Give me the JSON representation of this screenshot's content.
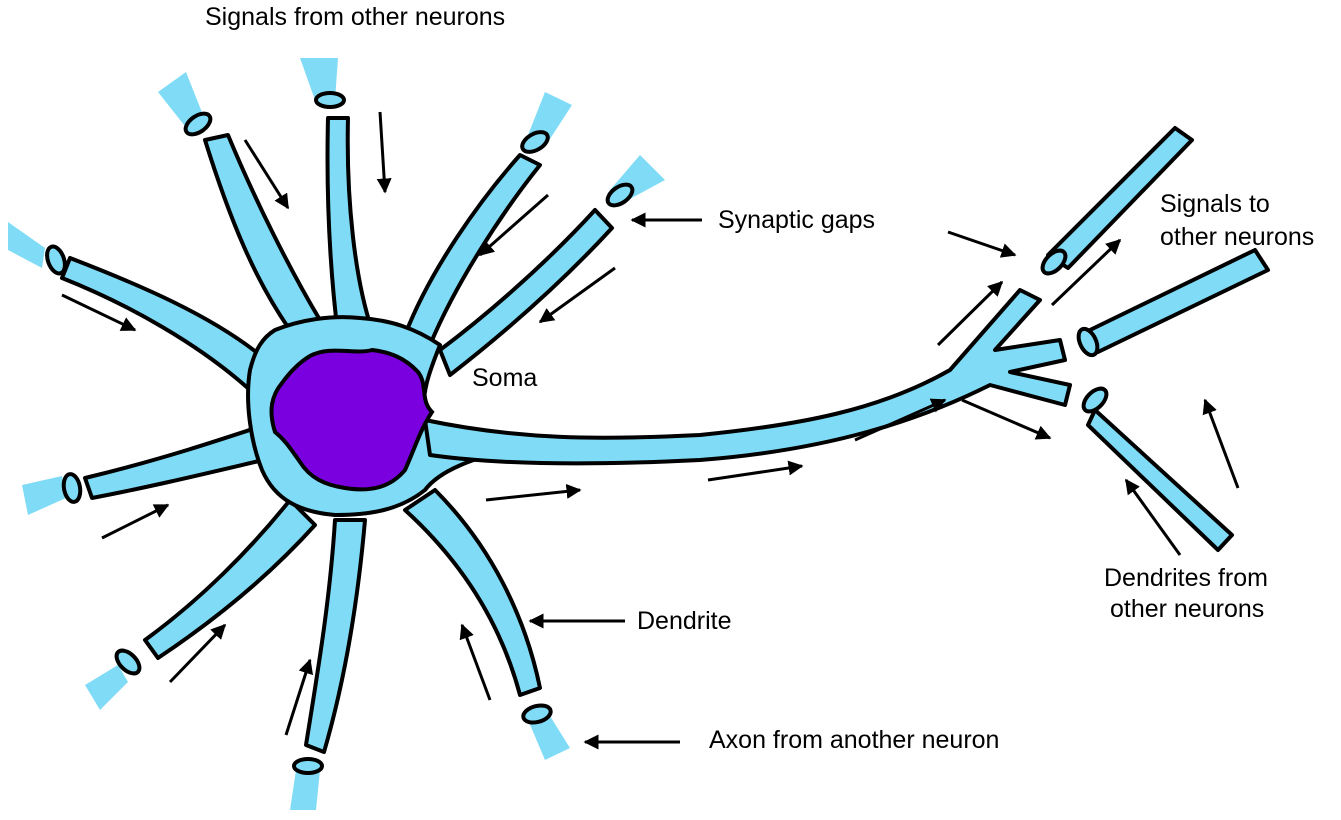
{
  "labels": {
    "signals_from": "Signals from other neurons",
    "synaptic_gaps": "Synaptic gaps",
    "signals_to_line1": "Signals to",
    "signals_to_line2": "other neurons",
    "soma": "Soma",
    "dendrite": "Dendrite",
    "axon_from": "Axon from another neuron",
    "dendrites_from_line1": "Dendrites from",
    "dendrites_from_line2": "other neurons"
  },
  "colors": {
    "membrane": "#80dcf6",
    "nucleus": "#7a00e0",
    "outline": "#000000",
    "arrow": "#000000"
  }
}
